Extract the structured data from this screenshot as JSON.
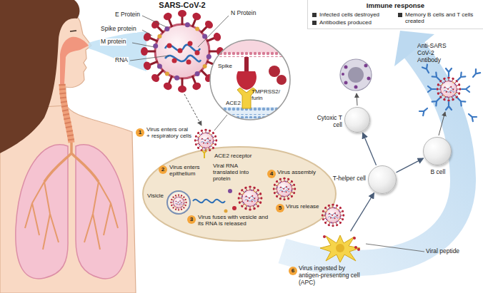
{
  "diagram": {
    "nodes": [
      {
        "text": [
          "Immune response",
          "Infected cells destroyed",
          "Antibodies produced",
          "Memory B cells and T cells created"
        ]
      },
      {
        "text": [
          "Cytoxic T cell"
        ]
      },
      {
        "text": [
          "T-helper cell"
        ]
      },
      {
        "text": [
          "B cell"
        ]
      },
      {
        "text": [
          "Virus ingested by antigen-presenting cell (APC)"
        ]
      }
    ],
    "edges": [
      {
        "from": 4,
        "to": 2,
        "arrow": "to"
      },
      {
        "from": 2,
        "to": 1,
        "arrow": "to"
      },
      {
        "from": 2,
        "to": 3,
        "arrow": "to"
      }
    ],
    "labels": [
      "SARS-CoV-2",
      "E Protein",
      "Spike protein",
      "M protein",
      "RNA",
      "N Protein",
      "Spike",
      "ACE2",
      "TMPRSS2/ furin",
      "1",
      "Virus enters oral + respiratory cells",
      "ACE2 receptor",
      "2",
      "Virus enters epithelium",
      "Visicle",
      "Viral RNA translated into protein",
      "3",
      "Virus fuses with vesicle and its RNA is released",
      "4",
      "Virus assembly",
      "5",
      "Virus release",
      "6",
      "Viral peptide",
      "Anti-SARS CoV-2 Antibody"
    ]
  }
}
